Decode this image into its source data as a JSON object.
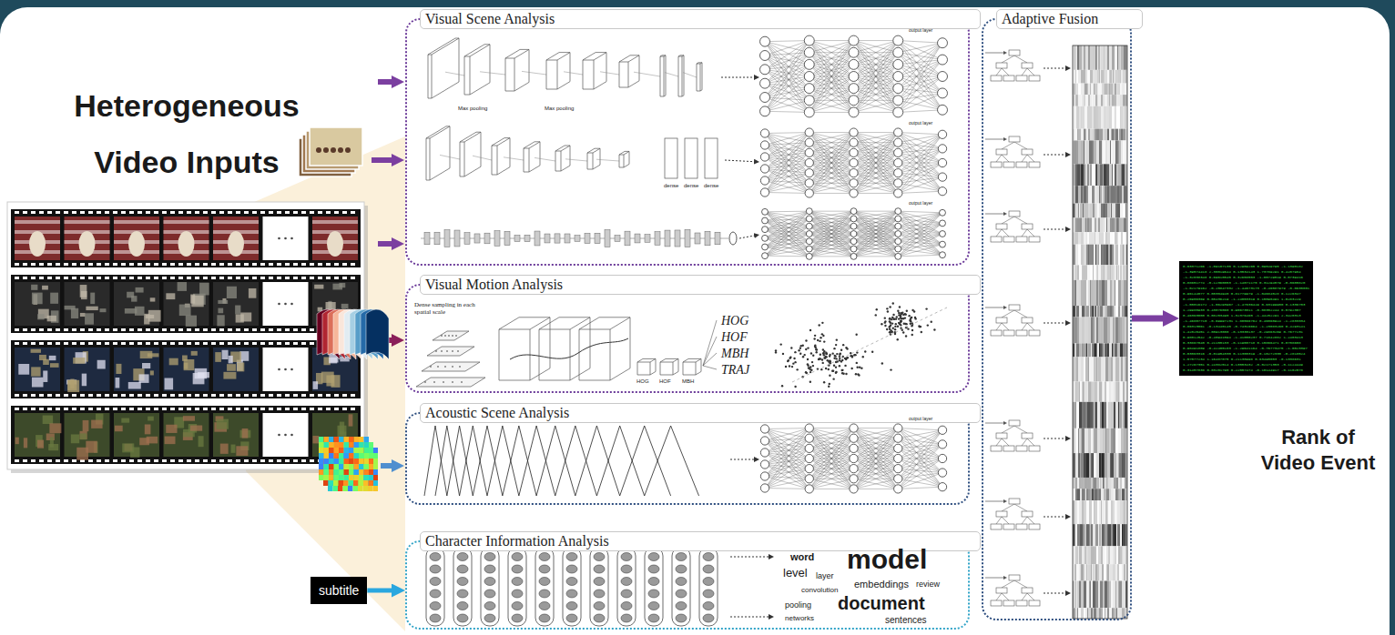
{
  "diagram": {
    "nodes": [
      {
        "text": [
          "Visual Scene Analysis"
        ]
      },
      {
        "text": [
          "Visual Motion Analysis"
        ]
      },
      {
        "text": [
          "Acoustic Scene Analysis"
        ]
      },
      {
        "text": [
          "Character Information Analysis"
        ]
      },
      {
        "text": [
          "Adaptive Fusion"
        ]
      },
      {
        "text": [
          "subtitle"
        ]
      },
      {
        "text": [
          "0.03371266 -1.09107135 0.12909265 0.09049795 -1.1390182",
          "-1.39574418 2.30019644 0.13534143 1.73789291 0.4207984",
          "-1.32038348 0.69610545 0.32658553 -1.05729519 0.5739416",
          "0.88651774 -0.12360053 -1.14071175 0.31294579 -0.0605820",
          "-1.02179162 -0.20847332 -1.44673173 -0.46587979 -0.0635001",
          "0.96144077 0.00304940 0.81779979 -1.04684528 0.1226347",
          "0.26906369 0.00436219 -1.24053319 0.15090491 1.0283229",
          "-1.55016172 -1.06293967 -1.47636429 0.63199900 0.1336703",
          "1.29980933 0.43076060 0.90673011 -0.08352244 0.5792307",
          "0.46363000 0.08253490 1.32376465 -1.44252291 2.3420313",
          "-1.46807710 -0.69997231 1.80566762 0.46060924 -1.2833334",
          "0.86313061 -0.13440145 -0.74316664 -1.23083260 0.4293141",
          "1.42020451 2.00913000 -0.13330137 -0.29863269 0.7677231",
          "0.98012542 -0.40941094 -1.41050237 0.71842882 1.2403413",
          "0.33867040 0.21155133 -0.11950718 0.15866471 0.0708608",
          "0.98491809 -0.42405103 -1.29641164 -0.76773475 -1.0023397",
          "0.03063316 -0.01954330 0.11300319 -0.10272330 -0.2818524",
          "1.57077234 1.16487075 0.21130998 0.63490053 -0.1338631",
          "1.27267351 0.24382514 0.13553432 -0.02171353 -0.1124449",
          "0.31457838 0.03201790 0.22557474 -0.10144917 -0.1102578"
        ]
      }
    ],
    "edges": [
      {
        "from": 5,
        "to": 3,
        "arrow": "to"
      },
      {
        "from": 4,
        "to": 6,
        "arrow": "to"
      }
    ],
    "labels": [
      "Heterogeneous Video Inputs",
      "Rank of Video Event",
      "Dense sampling in each spatial scale",
      "HOG",
      "HOF",
      "MBH",
      "HOG",
      "HOF",
      "MBH",
      "TRAJ",
      "Max pooling",
      "Max pooling",
      "dense",
      "dense",
      "dense",
      "output layer",
      "output layer",
      "output layer",
      "output layer",
      "model",
      "document",
      "embeddings",
      "sentences",
      "word",
      "level",
      "layer",
      "convolution",
      "pooling",
      "networks",
      "review"
    ]
  }
}
